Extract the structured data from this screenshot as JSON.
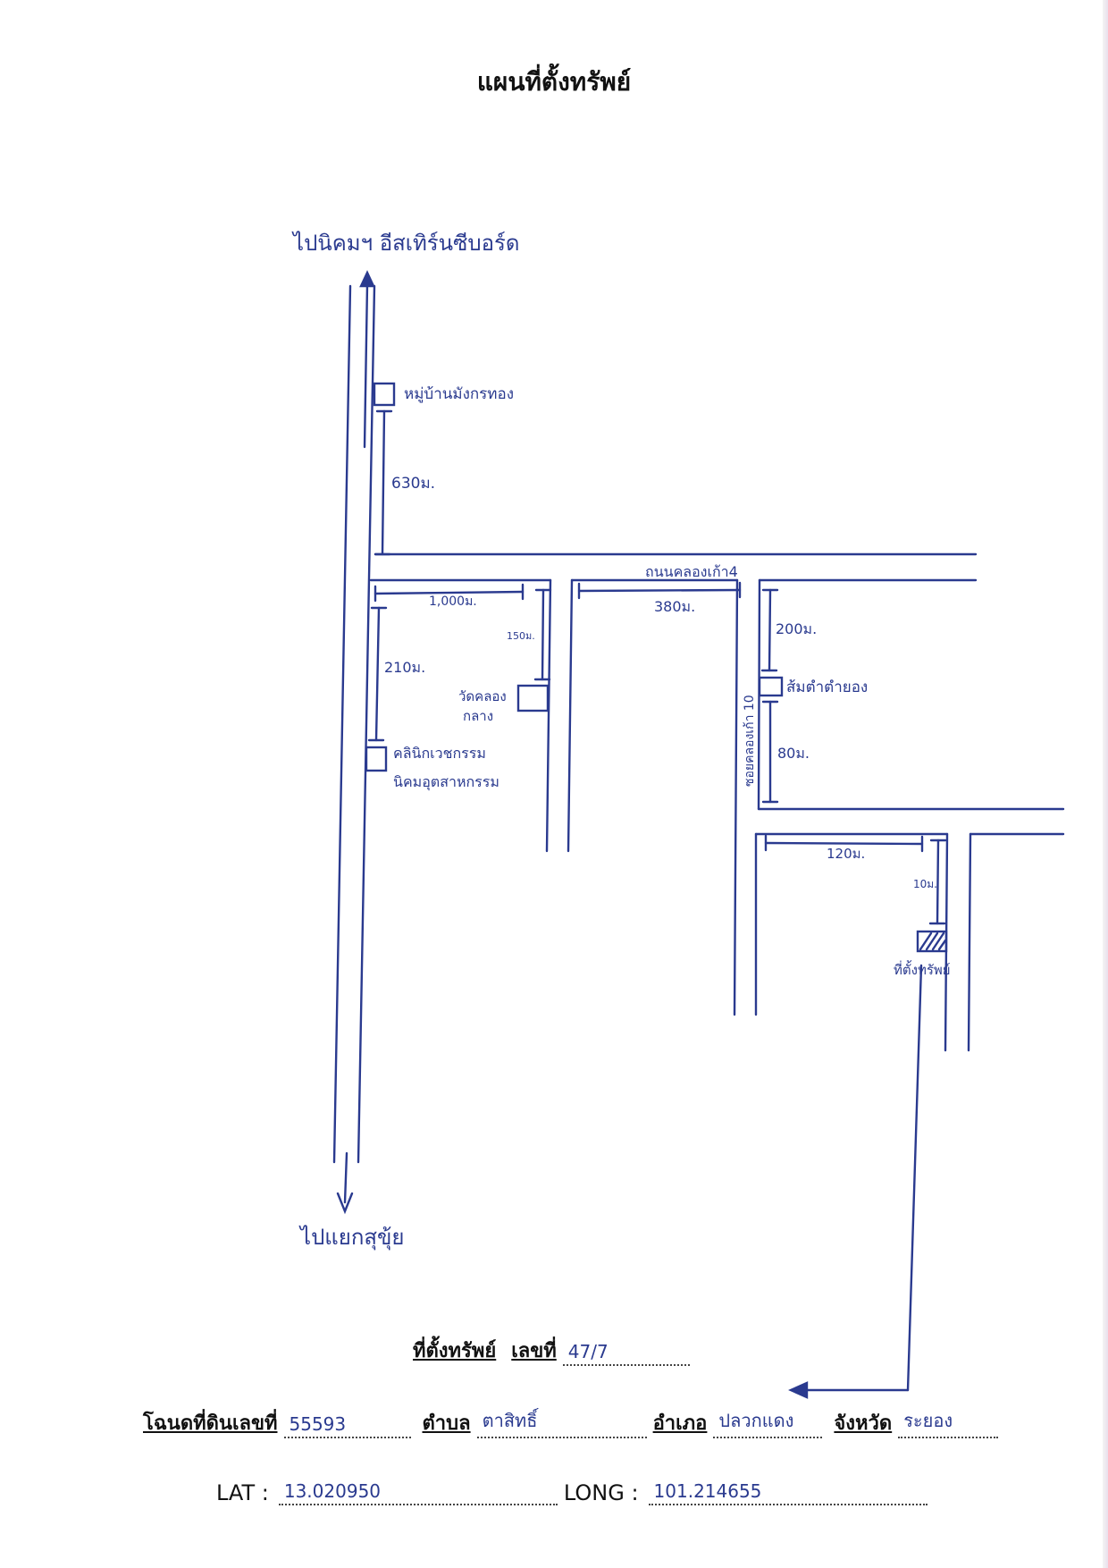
{
  "title": "แผนที่ตั้งทรัพย์",
  "map_labels": {
    "to_north": "ไปนิคมฯ อีสเทิร์นซีบอร์ด",
    "to_south": "ไปแยกสุขุ้ย",
    "landmark_village": "หมู่บ้านมังกรทอง",
    "dist_630": "630ม.",
    "road_name": "ถนนคลองเก้า4",
    "dist_1000": "1,000ม.",
    "dist_150": "150ม.",
    "dist_380": "380ม.",
    "dist_200": "200ม.",
    "dist_210": "210ม.",
    "temple_line1": "วัดคลอง",
    "temple_line2": "กลาง",
    "clinic_line1": "คลินิกเวชกรรม",
    "clinic_line2": "นิคมอุตสาหกรรม",
    "soi_label": "ซอยคลองเก้า 10",
    "landmark_orchard": "ส้มตำตำยอง",
    "dist_80": "80ม.",
    "dist_120": "120ม.",
    "dist_10": "10ม.",
    "property_label": "ที่ตั้งทรัพย์"
  },
  "form": {
    "location_label": "ที่ตั้งทรัพย์",
    "house_no_label": "เลขที่",
    "house_no": "47/7",
    "deed_label": "โฉนดที่ดินเลขที่",
    "deed_no": "55593",
    "subdistrict_label": "ตำบล",
    "subdistrict": "ตาสิทธิ์",
    "district_label": "อำเภอ",
    "district": "ปลวกแดง",
    "province_label": "จังหวัด",
    "province": "ระยอง",
    "lat_label": "LAT :",
    "lat": "13.020950",
    "long_label": "LONG :",
    "long": "101.214655"
  },
  "colors": {
    "ink": "#2a3a8f",
    "text": "#111111"
  }
}
